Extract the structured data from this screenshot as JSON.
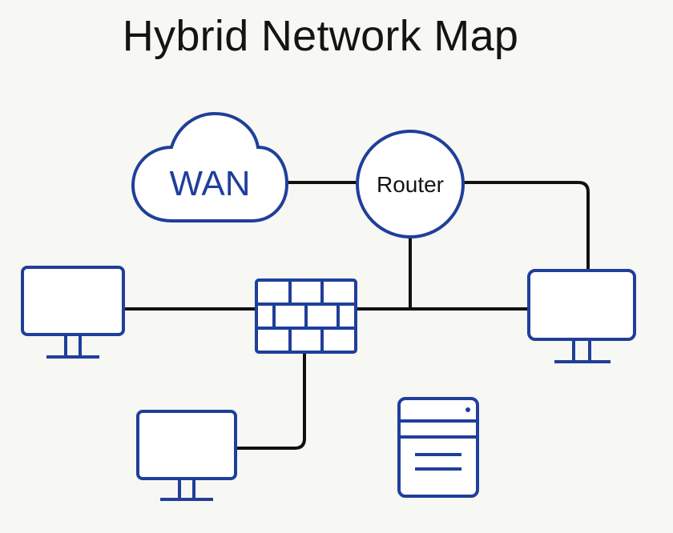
{
  "title": "Hybrid Network Map",
  "nodes": {
    "wan": {
      "label": "WAN",
      "icon": "cloud-icon"
    },
    "router": {
      "label": "Router",
      "icon": "circle-node"
    },
    "firewall": {
      "icon": "firewall-icon"
    },
    "workstation_left": {
      "icon": "monitor-icon"
    },
    "workstation_right": {
      "icon": "monitor-icon"
    },
    "workstation_bottom": {
      "icon": "monitor-icon"
    },
    "server": {
      "icon": "server-icon"
    }
  },
  "colors": {
    "accent": "#1f3f9a",
    "link": "#111111",
    "text": "#141414",
    "background": "#f7f7f3"
  }
}
